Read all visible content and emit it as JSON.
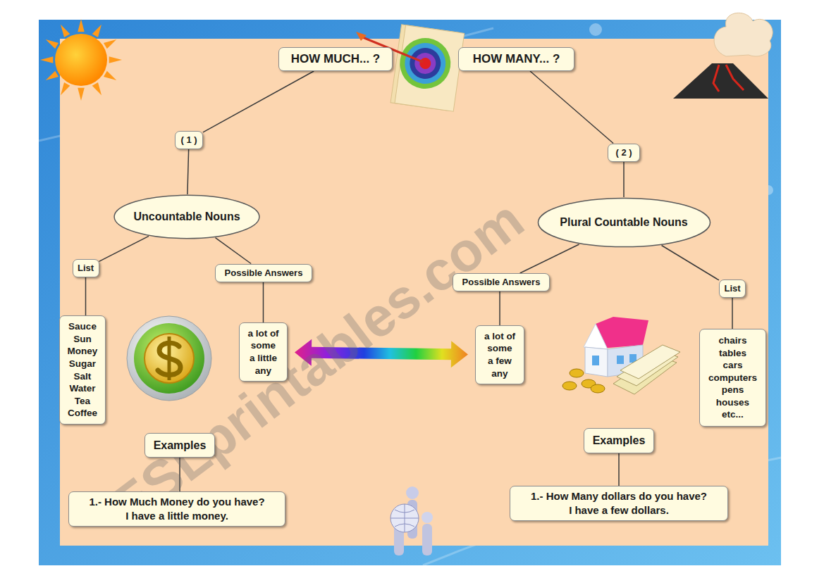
{
  "diagram": {
    "nodes": [
      {
        "text": [
          "HOW MUCH... ?"
        ]
      },
      {
        "text": [
          "HOW MANY... ?"
        ]
      },
      {
        "text": [
          "( 1 )"
        ]
      },
      {
        "text": [
          "( 2 )"
        ]
      },
      {
        "text": [
          "Uncountable Nouns"
        ]
      },
      {
        "text": [
          "Plural Countable Nouns"
        ]
      },
      {
        "text": [
          "List"
        ]
      },
      {
        "text": [
          "Possible Answers"
        ]
      },
      {
        "text": [
          "Possible Answers"
        ]
      },
      {
        "text": [
          "List"
        ]
      },
      {
        "text": [
          "Sauce",
          "Sun",
          "Money",
          "Sugar",
          "Salt",
          "Water",
          "Tea",
          "Coffee"
        ]
      },
      {
        "text": [
          "a lot of",
          "some",
          "a little",
          "any"
        ]
      },
      {
        "text": [
          "a lot of",
          "some",
          "a few",
          "any"
        ]
      },
      {
        "text": [
          "chairs",
          "tables",
          "cars",
          "computers",
          "pens",
          "houses",
          "etc..."
        ]
      },
      {
        "text": [
          "Examples"
        ]
      },
      {
        "text": [
          "1.- How Much Money do you have?",
          "I have a little money."
        ]
      },
      {
        "text": [
          "Examples"
        ]
      },
      {
        "text": [
          "1.- How Many dollars do you have?",
          "I have a few dollars."
        ]
      }
    ],
    "edges": [
      {
        "from": 0,
        "to": 2,
        "arrow": "none"
      },
      {
        "from": 1,
        "to": 3,
        "arrow": "none"
      },
      {
        "from": 2,
        "to": 4,
        "arrow": "none"
      },
      {
        "from": 3,
        "to": 5,
        "arrow": "none"
      },
      {
        "from": 4,
        "to": 6,
        "arrow": "none"
      },
      {
        "from": 4,
        "to": 7,
        "arrow": "none"
      },
      {
        "from": 5,
        "to": 8,
        "arrow": "none"
      },
      {
        "from": 5,
        "to": 9,
        "arrow": "none"
      },
      {
        "from": 6,
        "to": 10,
        "arrow": "none"
      },
      {
        "from": 7,
        "to": 11,
        "arrow": "none"
      },
      {
        "from": 8,
        "to": 12,
        "arrow": "none"
      },
      {
        "from": 9,
        "to": 13,
        "arrow": "none"
      },
      {
        "from": 11,
        "to": 12,
        "arrow": "both"
      },
      {
        "from": 14,
        "to": 15,
        "arrow": "none"
      },
      {
        "from": 16,
        "to": 17,
        "arrow": "none"
      }
    ],
    "labels": [
      "ESLprintables.com"
    ]
  }
}
